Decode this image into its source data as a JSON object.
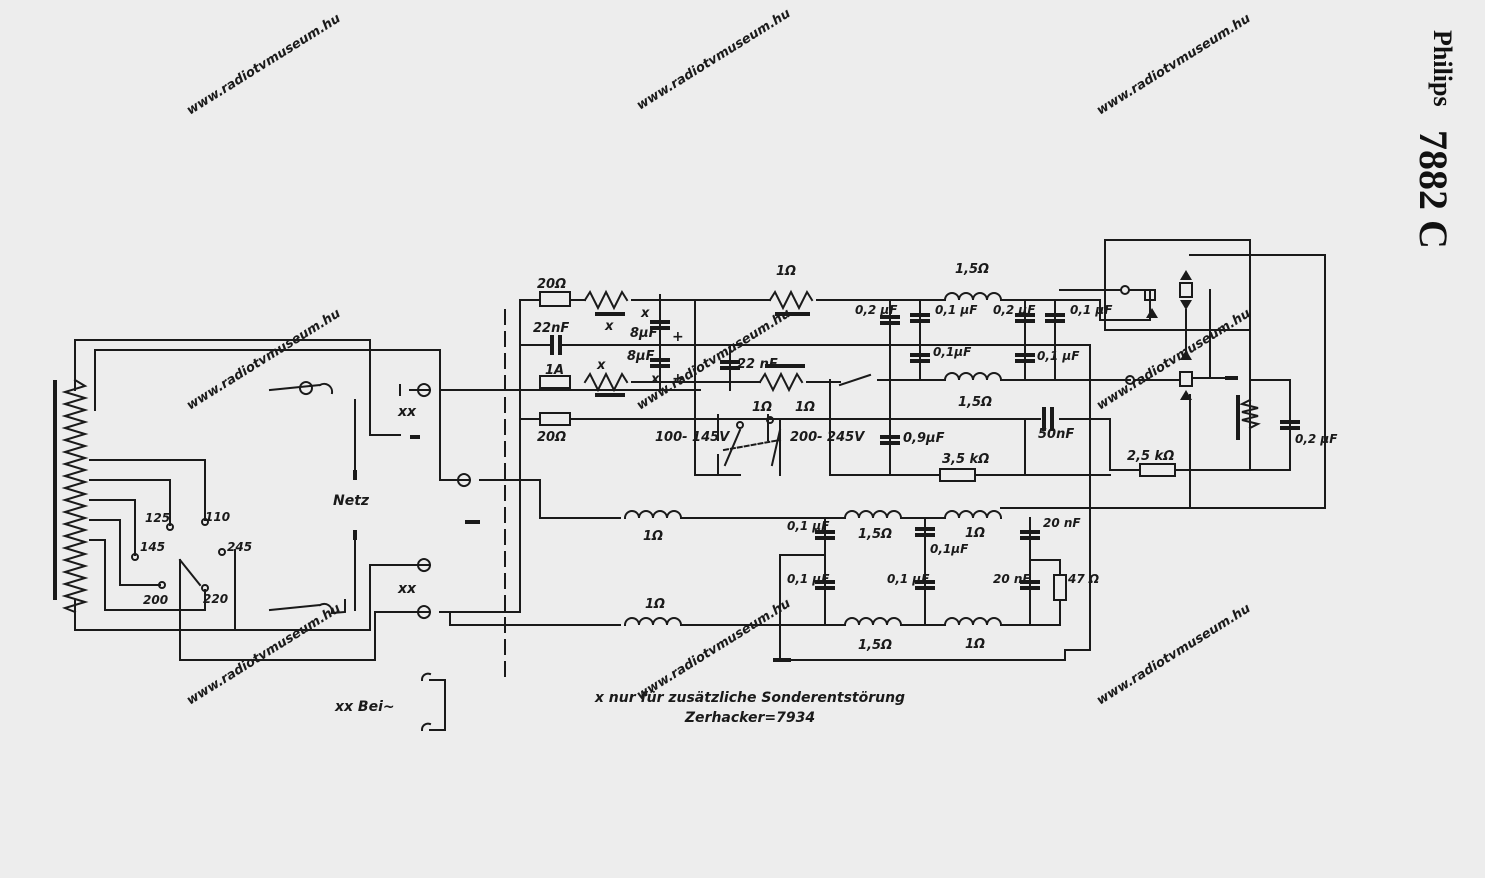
{
  "header": {
    "brand": "Philips",
    "model": "7882 C"
  },
  "footnotes": {
    "note": "x  nur für zusätzliche Sonderentstörung",
    "chopper": "Zerhacker=7934",
    "ac_note": "xx  Bei~"
  },
  "watermark": "www.radiotvmuseum.hu",
  "labels": {
    "netz": "Netz",
    "xx": "xx",
    "x": "x",
    "plus": "+",
    "taps": [
      "125",
      "110",
      "145",
      "245",
      "200",
      "220"
    ],
    "r20": "20Ω",
    "r1": "1Ω",
    "r15": "1,5Ω",
    "r35k": "3,5 kΩ",
    "r25k": "2,5 kΩ",
    "r47": "47 Ω",
    "c22n": "22nF",
    "c8u": "8μF",
    "c22nf": "22 nF",
    "c02": "0,2 μF",
    "c01": "0,1 μF",
    "c01u": "0,1μF",
    "c09": "0,9μF",
    "c50n": "50nF",
    "c20n": "20 nF",
    "fuse": "1A",
    "v100": "100- 145V",
    "v200": "200- 245V"
  },
  "colors": {
    "paper": "#ededed",
    "ink": "#1a1a1a"
  }
}
